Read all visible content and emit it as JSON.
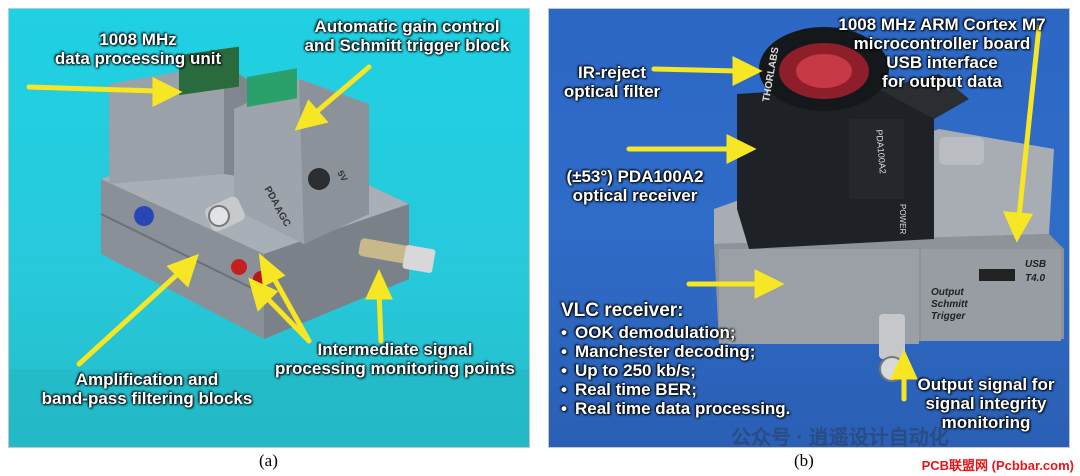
{
  "panel_a": {
    "caption": "(a)",
    "labels": {
      "processing_unit_1": "1008 MHz",
      "processing_unit_2": "data processing unit",
      "agc_1": "Automatic gain control",
      "agc_2": "and Schmitt  trigger block",
      "amp_1": "Amplification and",
      "amp_2": "band-pass filtering blocks",
      "inter_1": "Intermediate signal",
      "inter_2": "processing monitoring points"
    },
    "device_marks": {
      "pda": "PDA",
      "agc": "AGC",
      "sv": "5V"
    }
  },
  "panel_b": {
    "caption": "(b)",
    "labels": {
      "mcu_1": "1008 MHz ARM Cortex M7",
      "mcu_2": "microcontroller board",
      "mcu_3": "USB interface",
      "mcu_4": "for output data",
      "filter_1": "IR-reject",
      "filter_2": "optical filter",
      "receiver_1": "(±53°) PDA100A2",
      "receiver_2": "optical receiver",
      "vlc_title": "VLC receiver:",
      "vlc_items": [
        "OOK demodulation;",
        "Manchester decoding;",
        "Up to 250 kb/s;",
        "Real time BER;",
        "Real time data processing."
      ],
      "output_1": "Output signal for",
      "output_2": "signal integrity",
      "output_3": "monitoring"
    },
    "device_marks": {
      "thorlabs": "THORLABS",
      "model": "PDA100A2",
      "usb": "USB",
      "t40": "T4.0",
      "schmitt": "Output\nSchmitt\nTrigger",
      "power": "POWER"
    }
  },
  "watermark": "公众号 · 逍遥设计自动化",
  "credit": "PCB联盟网 (Pcbbar.com)"
}
